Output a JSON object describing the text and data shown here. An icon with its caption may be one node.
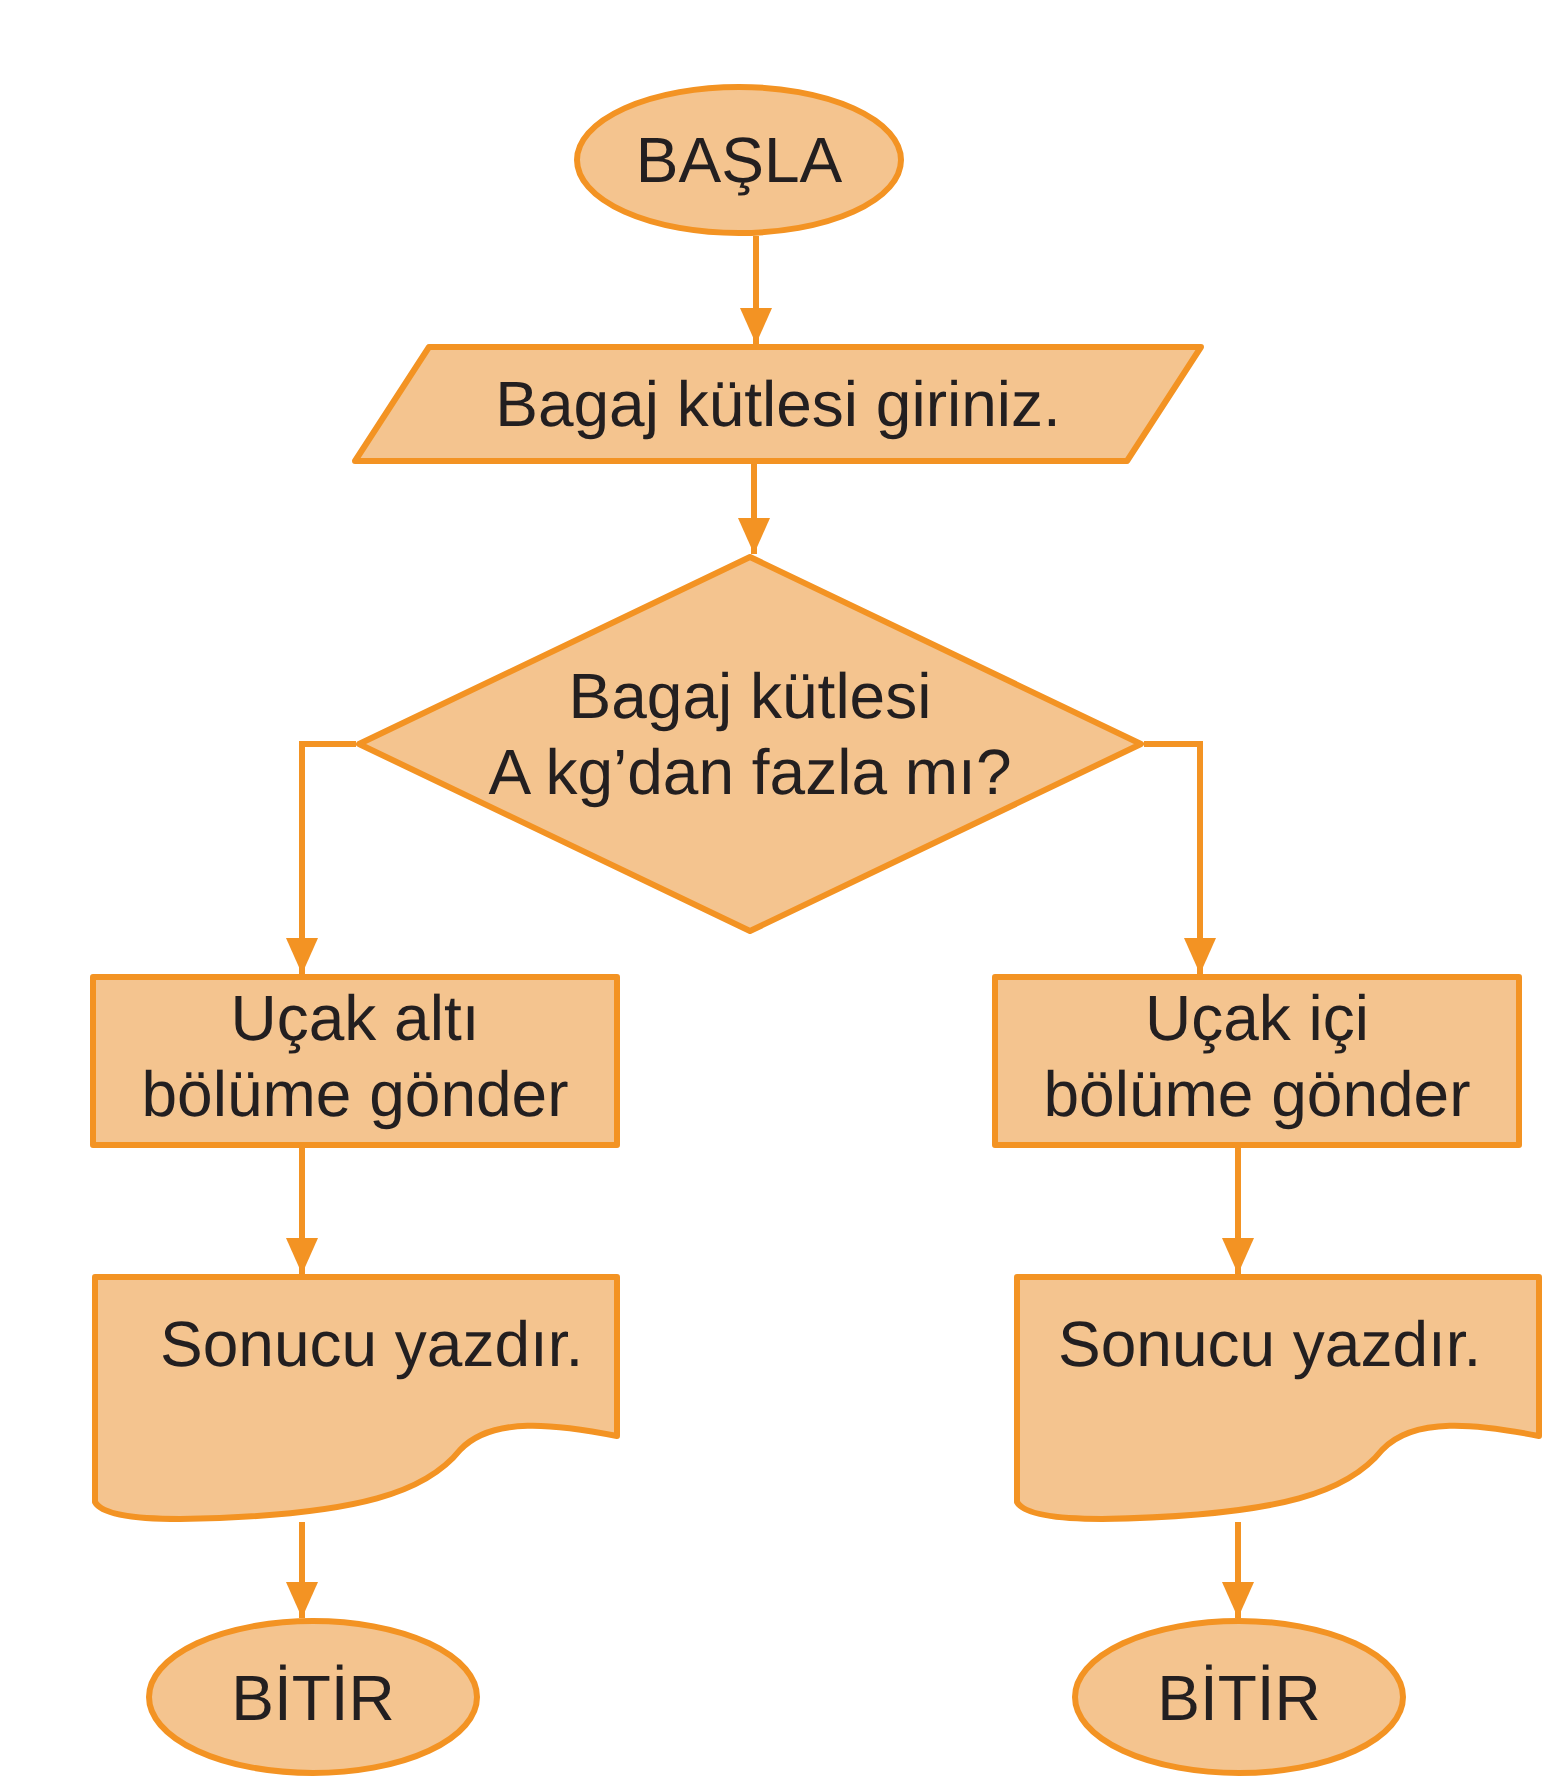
{
  "diagram": {
    "nodes": [
      {
        "text": [
          "BAŞLA"
        ]
      },
      {
        "text": [
          "Bagaj kütlesi giriniz."
        ]
      },
      {
        "text": [
          "Bagaj kütlesi A kg’dan fazla mı?"
        ]
      },
      {
        "text": [
          "Uçak altı bölüme gönder"
        ]
      },
      {
        "text": [
          "Uçak içi bölüme gönder"
        ]
      },
      {
        "text": [
          "Sonucu yazdır."
        ]
      },
      {
        "text": [
          "Sonucu yazdır."
        ]
      },
      {
        "text": [
          "BİTİR"
        ]
      },
      {
        "text": [
          "BİTİR"
        ]
      }
    ],
    "edges": [
      {
        "from": 0,
        "to": 1,
        "arrow": "to"
      },
      {
        "from": 1,
        "to": 2,
        "arrow": "to"
      },
      {
        "from": 2,
        "to": 3,
        "arrow": "to"
      },
      {
        "from": 2,
        "to": 4,
        "arrow": "to"
      },
      {
        "from": 3,
        "to": 5,
        "arrow": "to"
      },
      {
        "from": 4,
        "to": 6,
        "arrow": "to"
      },
      {
        "from": 5,
        "to": 7,
        "arrow": "to"
      },
      {
        "from": 6,
        "to": 8,
        "arrow": "to"
      }
    ]
  }
}
